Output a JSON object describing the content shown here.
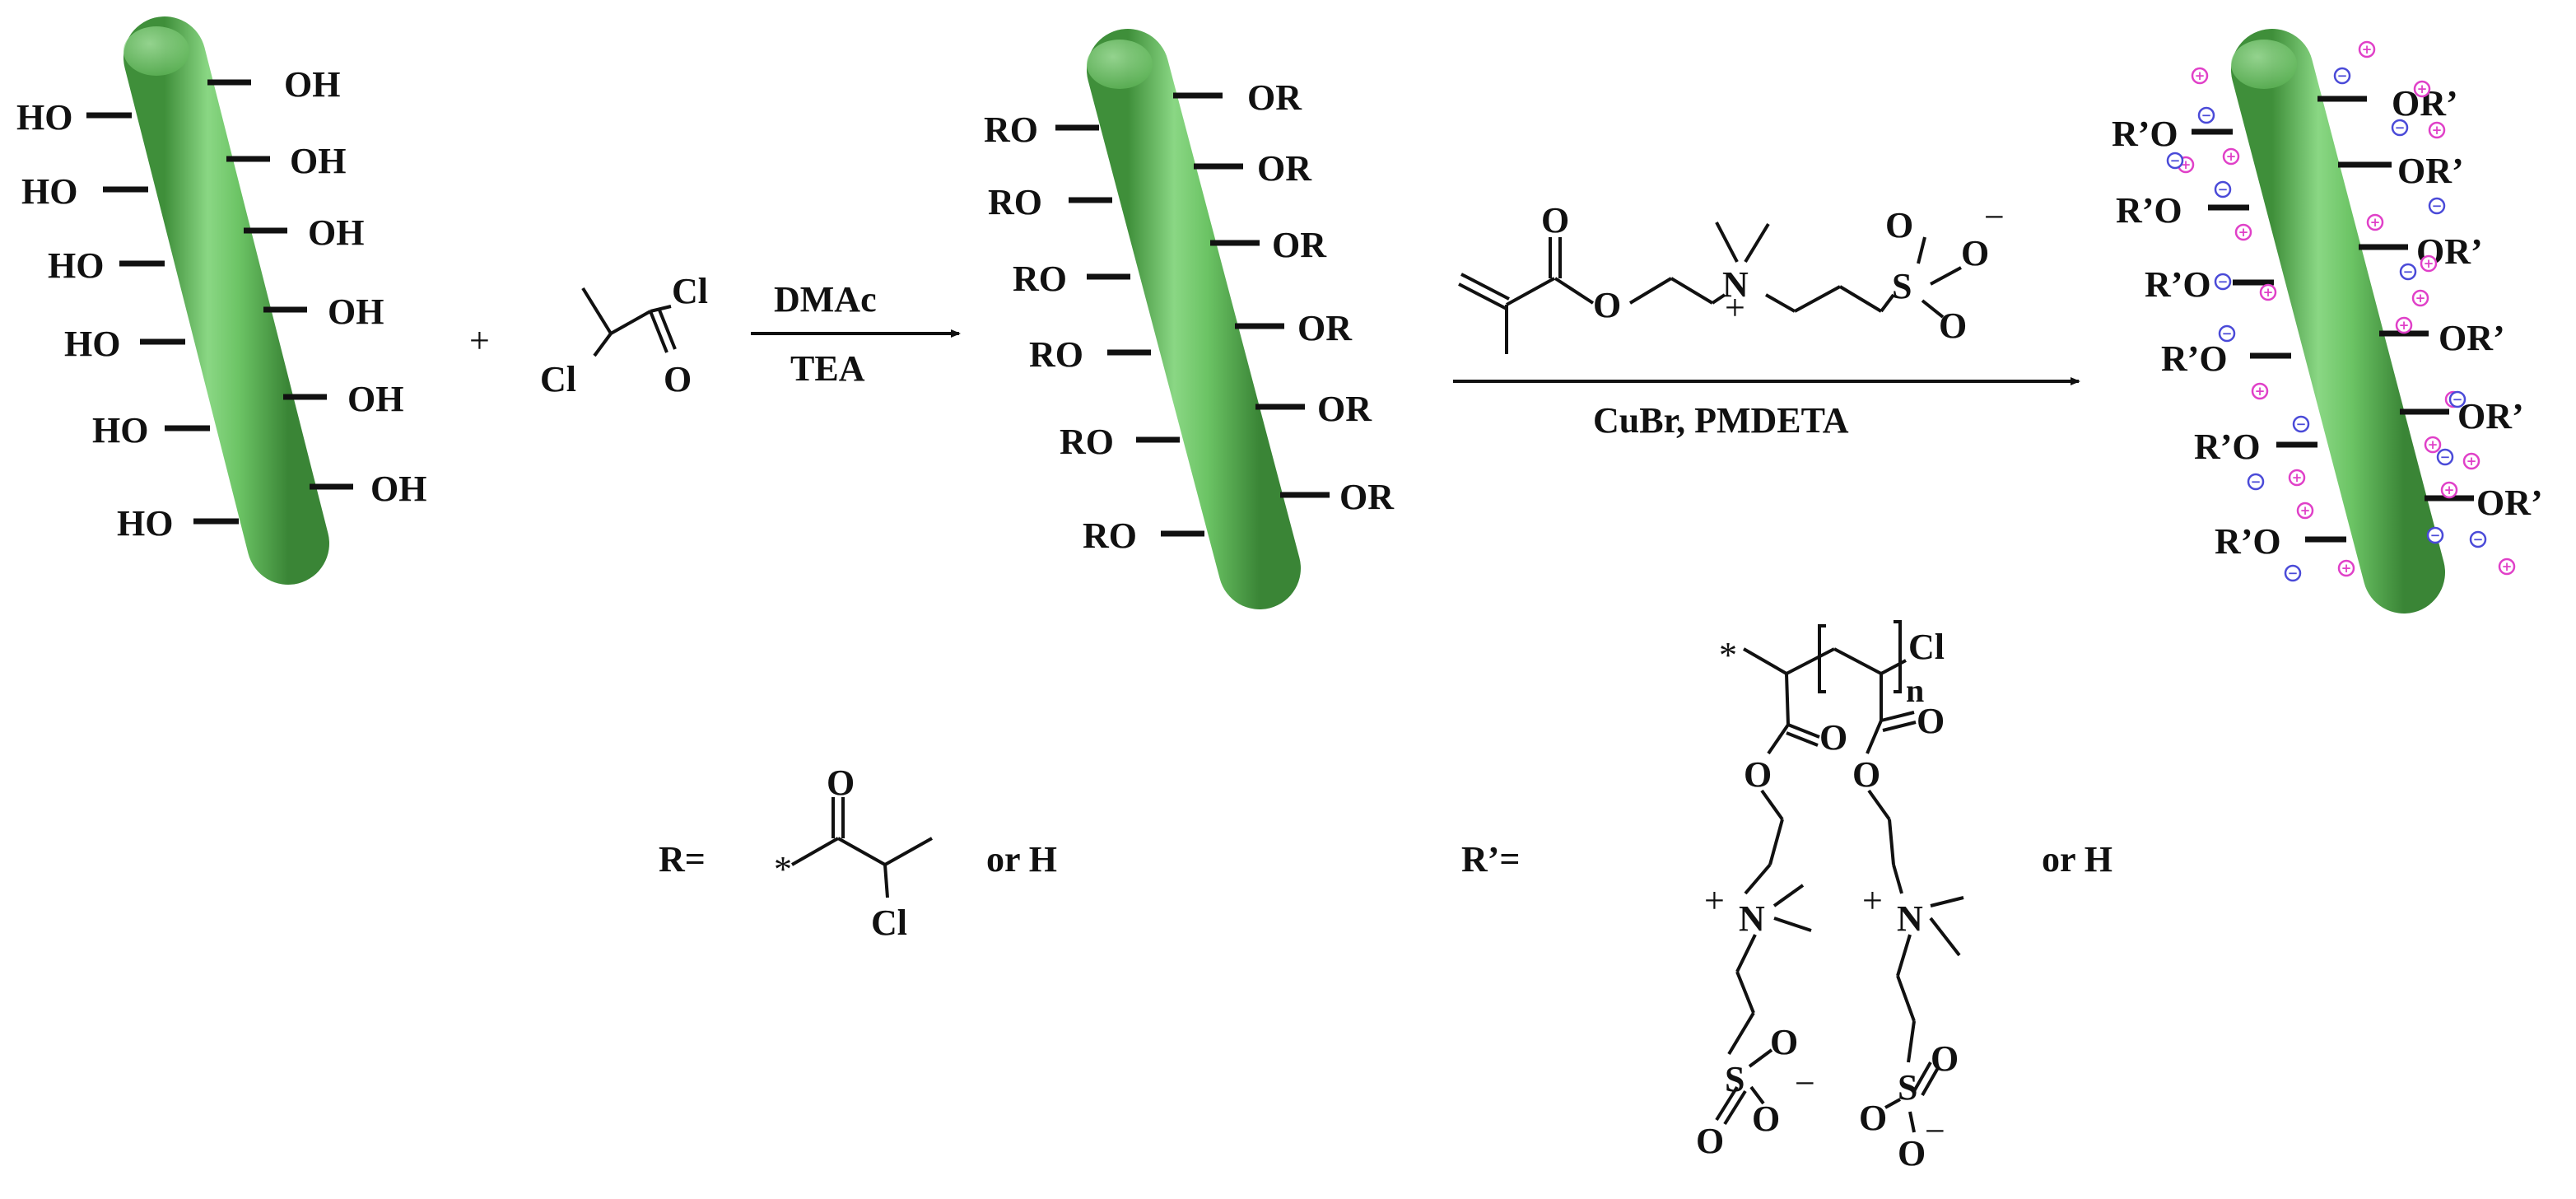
{
  "colors": {
    "rod": "#6cc465",
    "rod_dark": "#3f8f3a",
    "positive_charge": "#e040c8",
    "negative_charge": "#4a4ad8",
    "line": "#111111"
  },
  "rod1": {
    "left_labels": [
      "HO",
      "HO",
      "HO",
      "HO",
      "HO",
      "HO"
    ],
    "right_labels": [
      "OH",
      "OH",
      "OH",
      "OH",
      "OH",
      "OH"
    ]
  },
  "plus_sign": "+",
  "reagent": {
    "cl_top": "Cl",
    "o": "O",
    "cl_bottom": "Cl"
  },
  "arrow1": {
    "above": "DMAc",
    "below": "TEA"
  },
  "rod2": {
    "left_labels": [
      "RO",
      "RO",
      "RO",
      "RO",
      "RO",
      "RO"
    ],
    "right_labels": [
      "OR",
      "OR",
      "OR",
      "OR",
      "OR",
      "OR"
    ]
  },
  "monomer": {
    "o_carbonyl": "O",
    "o_ester": "O",
    "n": "N",
    "n_charge": "+",
    "s": "S",
    "o_top": "O",
    "o_right": "O",
    "o_bottom": "O",
    "s_charge": "−"
  },
  "arrow2": {
    "below": "CuBr, PMDETA"
  },
  "rod3": {
    "left_labels": [
      "R’O",
      "R’O",
      "R’O",
      "R’O",
      "R’O",
      "R’O"
    ],
    "right_labels": [
      "OR’",
      "OR’",
      "OR’",
      "OR’",
      "OR’",
      "OR’"
    ],
    "positive_symbol": "+",
    "negative_symbol": "−"
  },
  "r_def": {
    "label": "R=",
    "star": "*",
    "o": "O",
    "cl": "Cl",
    "or_h": "or H"
  },
  "rprime_def": {
    "label": "R’=",
    "star": "*",
    "cl": "Cl",
    "n_sub": "n",
    "o1": "O",
    "o2": "O",
    "o3": "O",
    "o4": "O",
    "n1": "N",
    "n2": "N",
    "plus1": "+",
    "plus2": "+",
    "s1": "S",
    "s2": "S",
    "s1_o_top": "O",
    "s1_o_right": "O",
    "s1_o_left": "O",
    "s2_o_top": "O",
    "s2_o_left": "O",
    "s2_o_bottom": "O",
    "minus1": "−",
    "minus2": "−",
    "or_h": "or H"
  }
}
